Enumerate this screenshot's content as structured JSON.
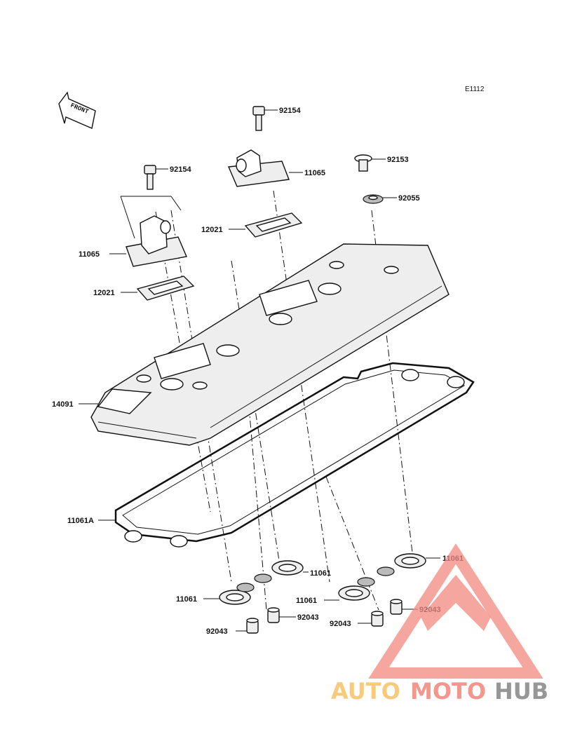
{
  "diagram_id": "E1112",
  "front_label": "FRONT",
  "parts": {
    "p92154_a": "92154",
    "p92154_b": "92154",
    "p11065_a": "11065",
    "p11065_b": "11065",
    "p92153": "92153",
    "p92055": "92055",
    "p12021_a": "12021",
    "p12021_b": "12021",
    "p14091": "14091",
    "p11061A": "11061A",
    "p11061_a": "11061",
    "p11061_b": "11061",
    "p11061_c": "11061",
    "p11061_d": "11061",
    "p92043_a": "92043",
    "p92043_b": "92043",
    "p92043_c": "92043",
    "p92043_d": "92043"
  },
  "watermark": {
    "part1": "AUTO",
    "part2": "MOTO",
    "part3": "HUB",
    "color_auto": "#f7c56e",
    "color_moto": "#f28b82",
    "color_hub": "#8c8c8c"
  }
}
